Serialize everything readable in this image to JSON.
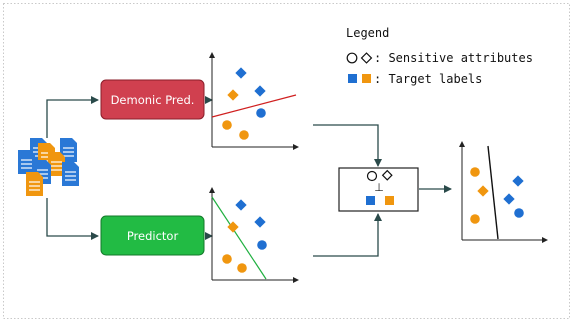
{
  "legend": {
    "title": "Legend",
    "sensitive_label": ": Sensitive attributes",
    "target_label": ": Target labels"
  },
  "boxes": {
    "demonic": "Demonic Pred.",
    "predictor": "Predictor"
  },
  "independence_symbol": "⊥",
  "colors": {
    "blue": "#1f6fd1",
    "orange": "#f0960f",
    "demonic_fill": "#d0404f",
    "predictor_fill": "#22bb44",
    "red_line": "#d02020",
    "green_line": "#20b040",
    "arrow": "#2a4a4a"
  },
  "icons": [
    "document-stack-icon"
  ]
}
